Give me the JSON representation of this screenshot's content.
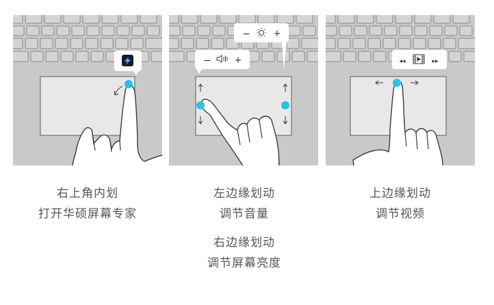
{
  "panels": [
    {
      "captions": [
        "右上角内划",
        "打开华硕屏幕专家"
      ],
      "popup": {
        "icon": "screenxpert-app-icon"
      }
    },
    {
      "captions": [
        "左边缘划动",
        "调节音量",
        "右边缘划动",
        "调节屏幕亮度"
      ],
      "popup_volume": {
        "minus": "−",
        "icon": "speaker-icon",
        "plus": "+"
      },
      "popup_brightness": {
        "minus": "−",
        "icon": "sun-icon",
        "plus": "+"
      }
    },
    {
      "captions": [
        "上边缘划动",
        "调节视频"
      ],
      "popup_video": {
        "rewind": "◂◂",
        "icon": "video-frame-icon",
        "forward": "▸▸"
      }
    }
  ],
  "colors": {
    "panel_bg": "#c9c9c9",
    "key_fill": "#d4d4d4",
    "key_stroke": "#8a8a8a",
    "touchpad_fill": "#e8e8e8",
    "touch_dot": "#23c4ea",
    "hand_fill": "#ffffff",
    "hand_stroke": "#3a3a3a",
    "caption": "#555555"
  }
}
